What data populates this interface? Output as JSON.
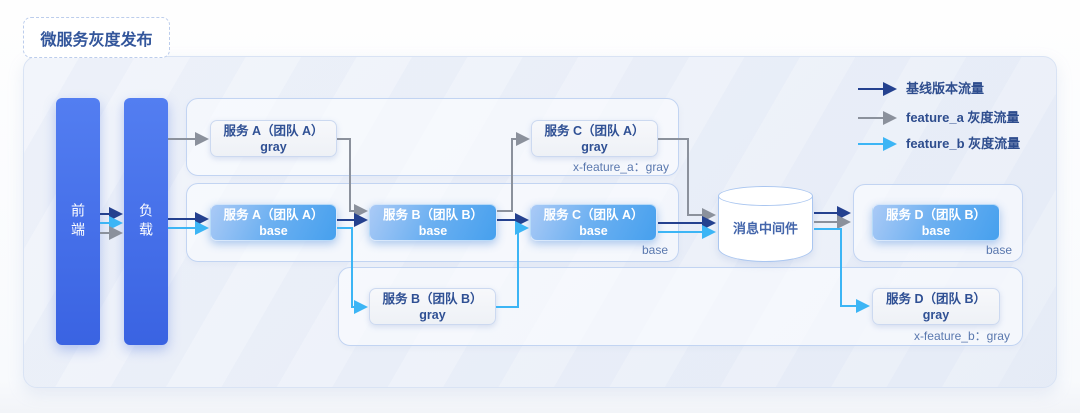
{
  "title": "微服务灰度发布",
  "flow_colors": {
    "baseline": "#24418f",
    "feature_a": "#8b919c",
    "feature_b": "#3cb5f5"
  },
  "legend": {
    "items": [
      {
        "id": "baseline",
        "label": "基线版本流量"
      },
      {
        "id": "feature_a",
        "label": "feature_a 灰度流量"
      },
      {
        "id": "feature_b",
        "label": "feature_b 灰度流量"
      }
    ]
  },
  "pillars": {
    "frontend": "前端",
    "load": "负载"
  },
  "nodes": {
    "svc_a_gray": {
      "line1": "服务 A（团队 A）",
      "line2": "gray"
    },
    "svc_c_gray": {
      "line1": "服务 C（团队 A）",
      "line2": "gray"
    },
    "svc_a_base": {
      "line1": "服务 A（团队 A）",
      "line2": "base"
    },
    "svc_b_base": {
      "line1": "服务 B（团队 B）",
      "line2": "base"
    },
    "svc_c_base": {
      "line1": "服务 C（团队 A）",
      "line2": "base"
    },
    "svc_b_gray": {
      "line1": "服务 B（团队 B）",
      "line2": "gray"
    },
    "svc_d_base": {
      "line1": "服务 D（团队 B）",
      "line2": "base"
    },
    "svc_d_gray": {
      "line1": "服务 D（团队 B）",
      "line2": "gray"
    }
  },
  "middleware": {
    "label": "消息中间件"
  },
  "lane_labels": {
    "feature_a": "x-feature_a：gray",
    "base_mid": "base",
    "base_d": "base",
    "feature_b": "x-feature_b：gray"
  }
}
